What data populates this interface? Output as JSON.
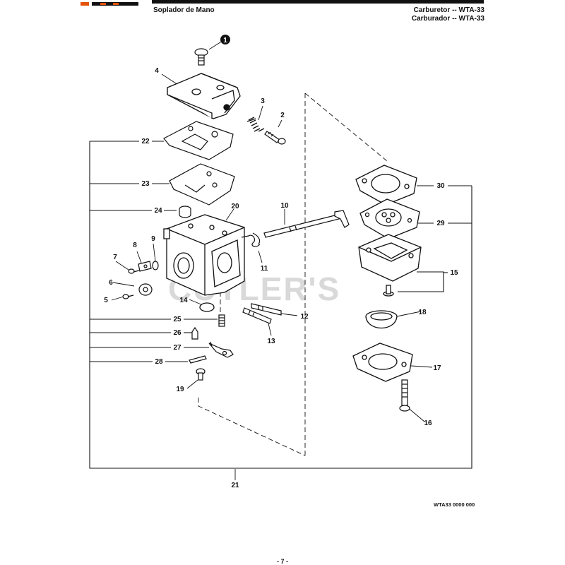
{
  "header": {
    "left_title": "Soplador de Mano",
    "right_title_line1": "Carburetor -- WTA-33",
    "right_title_line2": "Carburador -- WTA-33"
  },
  "watermark": "CUTLER'S",
  "callouts": {
    "c1": "1",
    "c2": "2",
    "c3": "3",
    "c4": "4",
    "c5": "5",
    "c6": "6",
    "c7": "7",
    "c8": "8",
    "c9": "9",
    "c10": "10",
    "c11": "11",
    "c12": "12",
    "c13": "13",
    "c14": "14",
    "c15": "15",
    "c16": "16",
    "c17": "17",
    "c18": "18",
    "c19": "19",
    "c20": "20",
    "c21": "21",
    "c22": "22",
    "c23": "23",
    "c24": "24",
    "c25": "25",
    "c26": "26",
    "c27": "27",
    "c28": "28",
    "c29": "29",
    "c30": "30"
  },
  "footer": {
    "reference_code": "WTA33 0000 000",
    "page_number": "- 7 -"
  },
  "colors": {
    "ink": "#111111",
    "brand_orange": "#e35205",
    "watermark": "#d9d9d9"
  }
}
